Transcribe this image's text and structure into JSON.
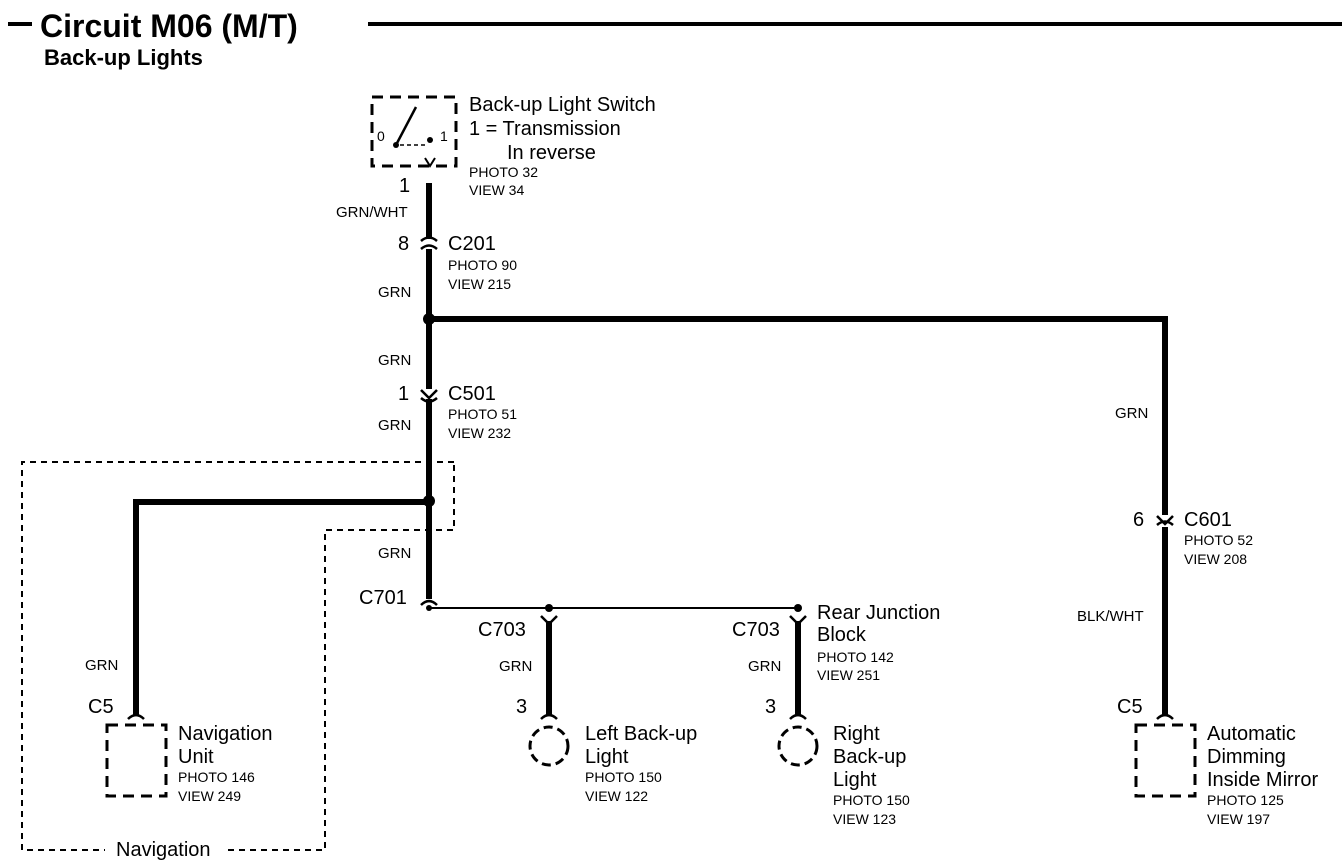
{
  "header": {
    "title": "Circuit M06 (M/T)",
    "subtitle": "Back-up Lights"
  },
  "switch": {
    "name": "Back-up Light Switch",
    "desc_line1": "1 = Transmission",
    "desc_line2": "In reverse",
    "photo": "PHOTO 32",
    "view": "VIEW 34",
    "pos0": "0",
    "pos1": "1",
    "pin": "1"
  },
  "wires": {
    "sw_to_c201": "GRN/WHT",
    "c201_to_splice": "GRN",
    "splice_to_c501": "GRN",
    "c501_below": "GRN",
    "splice2_to_c701": "GRN",
    "to_c601": "GRN",
    "c601_to_mirror": "BLK/WHT",
    "to_nav": "GRN",
    "left_light": "GRN",
    "right_light": "GRN"
  },
  "connectors": {
    "c201": {
      "name": "C201",
      "pin": "8",
      "photo": "PHOTO 90",
      "view": "VIEW 215"
    },
    "c501": {
      "name": "C501",
      "pin": "1",
      "photo": "PHOTO 51",
      "view": "VIEW 232"
    },
    "c601": {
      "name": "C601",
      "pin": "6",
      "photo": "PHOTO 52",
      "view": "VIEW 208"
    },
    "c701": {
      "name": "C701"
    },
    "c703_left": {
      "name": "C703",
      "pin": "3"
    },
    "c703_right": {
      "name": "C703",
      "pin": "3"
    },
    "c5_nav": {
      "name": "C5"
    },
    "c5_mirror": {
      "name": "C5"
    }
  },
  "rear_junction_block": {
    "line1": "Rear Junction",
    "line2": "Block",
    "photo": "PHOTO 142",
    "view": "VIEW 251"
  },
  "navigation_unit": {
    "line1": "Navigation",
    "line2": "Unit",
    "photo": "PHOTO 146",
    "view": "VIEW 249"
  },
  "navigation_option": {
    "label": "Navigation"
  },
  "left_light": {
    "line1": "Left Back-up",
    "line2": "Light",
    "photo": "PHOTO 150",
    "view": "VIEW 122"
  },
  "right_light": {
    "line1": "Right",
    "line2": "Back-up",
    "line3": "Light",
    "photo": "PHOTO 150",
    "view": "VIEW 123"
  },
  "mirror": {
    "line1": "Automatic",
    "line2": "Dimming",
    "line3": "Inside Mirror",
    "photo": "PHOTO 125",
    "view": "VIEW 197"
  }
}
